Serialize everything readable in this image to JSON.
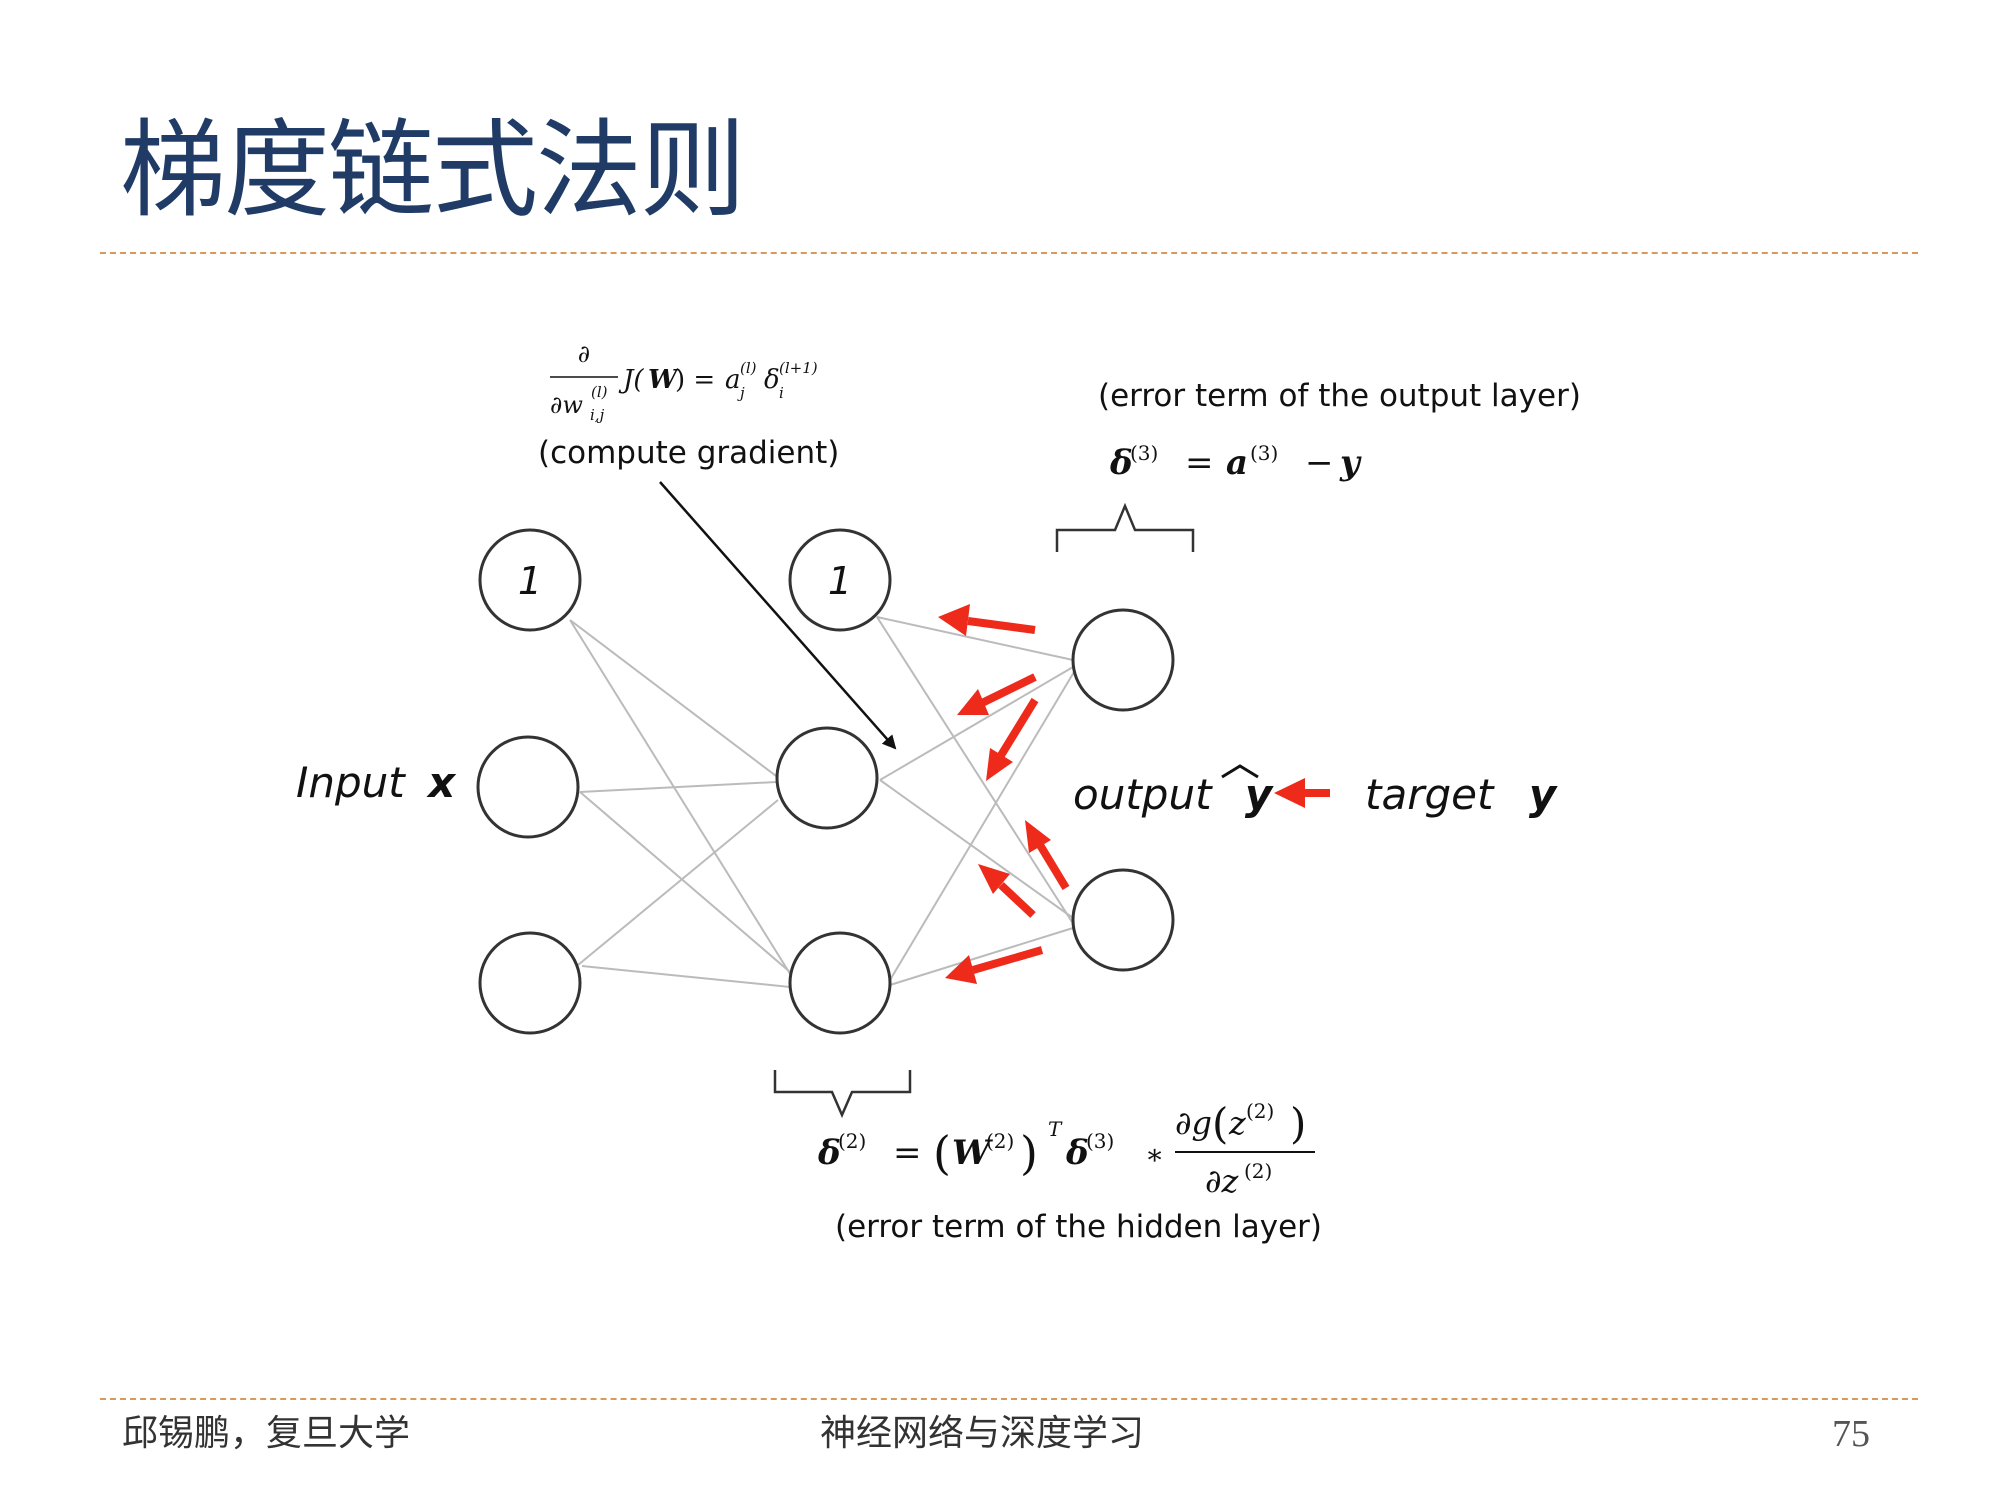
{
  "slide": {
    "title": "梯度链式法则",
    "page_number": "75"
  },
  "footer": {
    "author": "邱锡鹏，复旦大学",
    "course": "神经网络与深度学习"
  },
  "diagram": {
    "input_label": "Input",
    "input_var": "x",
    "bias_label": "1",
    "output_label": "output",
    "output_var": "y",
    "target_label": "target",
    "target_var": "y",
    "gradient_note": "(compute gradient)",
    "output_error_note": "(error term of the output layer)",
    "hidden_error_note": "(error term of the hidden layer)",
    "colors": {
      "arrow": "#ee2a1a",
      "edge": "#bbbbbb",
      "node_stroke": "#333333",
      "title": "#1f3b66",
      "rule": "#d99a59"
    }
  }
}
